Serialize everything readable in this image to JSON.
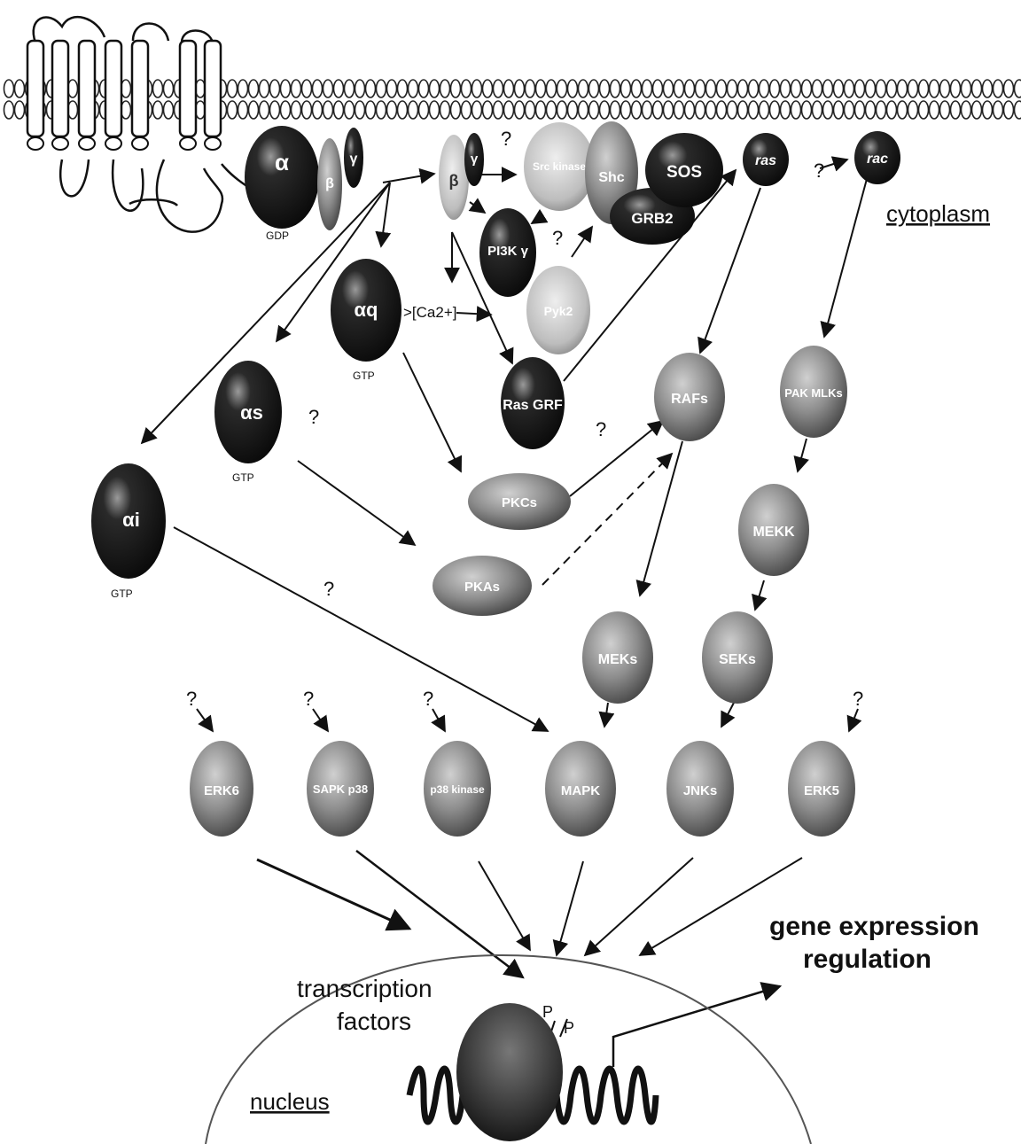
{
  "colors": {
    "dark_node": "#141414",
    "grey_node": "#7a7a7a",
    "arrow": "#111111",
    "membrane": "#333333"
  },
  "labels": {
    "cytoplasm": "cytoplasm",
    "nucleus": "nucleus",
    "gene_expression_1": "gene expression",
    "gene_expression_2": "regulation",
    "transcription_1": "transcription",
    "transcription_2": "factors",
    "calcium": ">[Ca2+]",
    "p1": "P",
    "p2": "P",
    "question": "?"
  },
  "gproteins": {
    "alpha": "α",
    "alpha_gdp": "GDP",
    "beta": "β",
    "gamma": "γ",
    "beta2": "β",
    "gamma2": "γ",
    "alpha_q": "αq",
    "alpha_q_gtp": "GTP",
    "alpha_s": "αs",
    "alpha_s_gtp": "GTP",
    "alpha_i": "αi",
    "alpha_i_gtp": "GTP"
  },
  "nodes": {
    "src_kinase": "Src kinase",
    "shc": "Shc",
    "sos": "SOS",
    "grb2": "GRB2",
    "pi3k": "PI3K γ",
    "pyk2": "Pyk2",
    "ras": "ras",
    "rac": "rac",
    "ras_grf": "Ras GRF",
    "raf": "RAFs",
    "pak": "PAK MLKs",
    "pkc1": "PKCs",
    "pkc2": "PKAs",
    "mekk": "MEKK",
    "mek": "MEKs",
    "sek": "SEKs",
    "erk6": "ERK6",
    "sapk": "SAPK p38",
    "p38": "p38 kinase",
    "mapk": "MAPK",
    "jnk": "JNKs",
    "erk5": "ERK5"
  }
}
